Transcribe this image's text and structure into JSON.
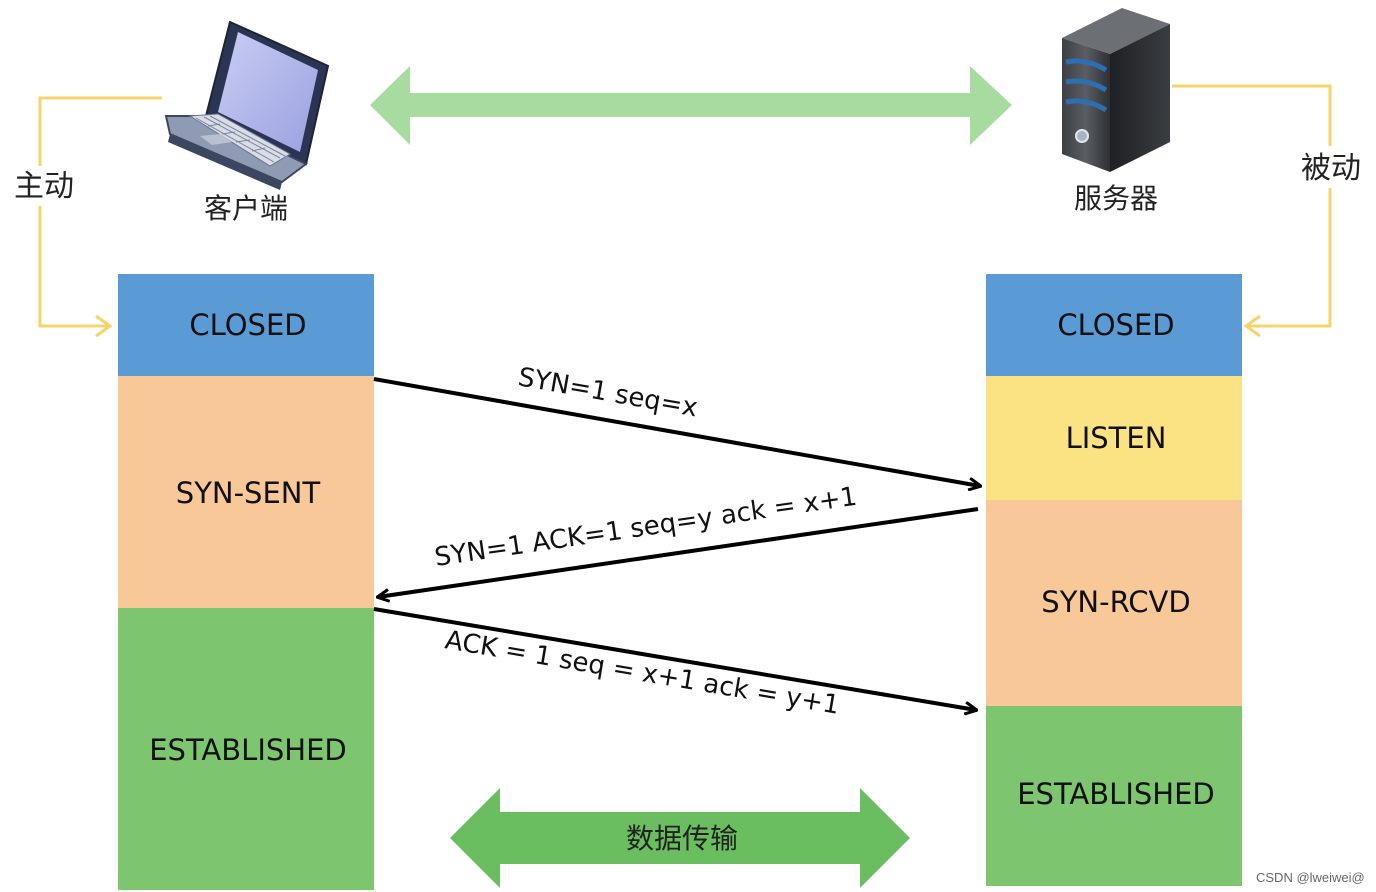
{
  "client": {
    "name": "客户端",
    "mode": "主动",
    "icon": "laptop-icon",
    "states": [
      {
        "label": "CLOSED",
        "color": "#5b9bd5"
      },
      {
        "label": "SYN-SENT",
        "color": "#f8c898"
      },
      {
        "label": "ESTABLISHED",
        "color": "#7dc56e"
      }
    ]
  },
  "server": {
    "name": "服务器",
    "mode": "被动",
    "icon": "server-icon",
    "states": [
      {
        "label": "CLOSED",
        "color": "#5b9bd5"
      },
      {
        "label": "LISTEN",
        "color": "#fbe283"
      },
      {
        "label": "SYN-RCVD",
        "color": "#f8c898"
      },
      {
        "label": "ESTABLISHED",
        "color": "#7dc56e"
      }
    ]
  },
  "messages": [
    {
      "label": "SYN=1  seq=x",
      "direction": "client-to-server"
    },
    {
      "label": "SYN=1 ACK=1 seq=y ack = x+1",
      "direction": "server-to-client"
    },
    {
      "label": "ACK = 1 seq = x+1 ack = y+1",
      "direction": "client-to-server"
    }
  ],
  "data_transfer": {
    "label": "数据传输",
    "color": "#6abe60"
  },
  "colors": {
    "top_arrow": "#a8dba0",
    "mode_arrow": "#f6d46b",
    "message_line": "#000000"
  },
  "watermark": "CSDN @lweiwei@"
}
